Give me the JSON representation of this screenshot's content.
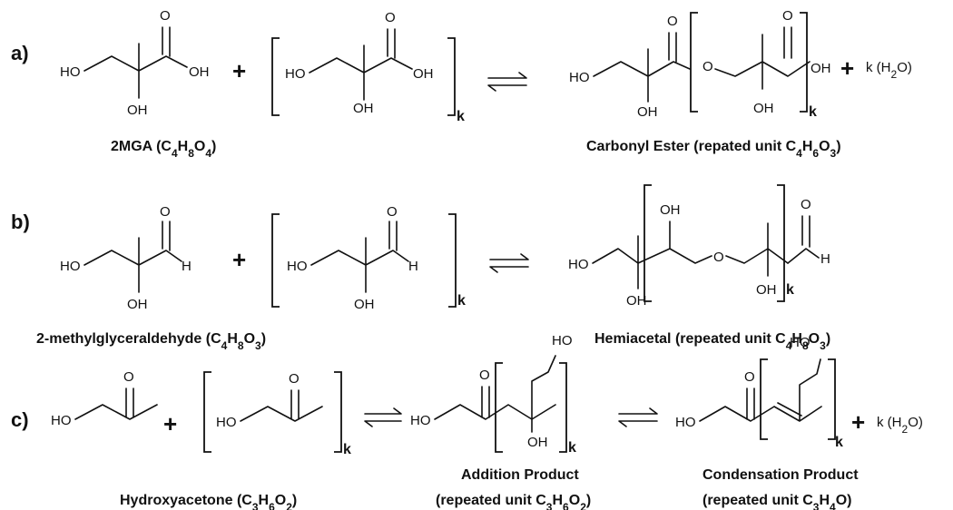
{
  "rows": {
    "a": {
      "label": "a)",
      "left_name": "2MGA (C",
      "left_formula": [
        {
          "t": "4",
          "s": 1
        },
        {
          "t": "H",
          "s": 0
        },
        {
          "t": "8",
          "s": 1
        },
        {
          "t": "O",
          "s": 0
        },
        {
          "t": "4",
          "s": 1
        },
        {
          "t": ")",
          "s": 0
        }
      ],
      "right_name": "Carbonyl Ester (repated unit C",
      "right_formula": [
        {
          "t": "4",
          "s": 1
        },
        {
          "t": "H",
          "s": 0
        },
        {
          "t": "6",
          "s": 1
        },
        {
          "t": "O",
          "s": 0
        },
        {
          "t": "3",
          "s": 1
        },
        {
          "t": ")",
          "s": 0
        }
      ],
      "water": "k (H",
      "water_tail": [
        {
          "t": "2",
          "s": 1
        },
        {
          "t": "O)",
          "s": 0
        }
      ]
    },
    "b": {
      "label": "b)",
      "left_name": "2-methylglyceraldehyde (C",
      "left_formula": [
        {
          "t": "4",
          "s": 1
        },
        {
          "t": "H",
          "s": 0
        },
        {
          "t": "8",
          "s": 1
        },
        {
          "t": "O",
          "s": 0
        },
        {
          "t": "3",
          "s": 1
        },
        {
          "t": ")",
          "s": 0
        }
      ],
      "right_name": "Hemiacetal (repeated unit C",
      "right_formula": [
        {
          "t": "4",
          "s": 1
        },
        {
          "t": "H",
          "s": 0
        },
        {
          "t": "8",
          "s": 1
        },
        {
          "t": "O",
          "s": 0
        },
        {
          "t": "3",
          "s": 1
        },
        {
          "t": ")",
          "s": 0
        }
      ]
    },
    "c": {
      "label": "c)",
      "left_name": "Hydroxyacetone (C",
      "left_formula": [
        {
          "t": "3",
          "s": 1
        },
        {
          "t": "H",
          "s": 0
        },
        {
          "t": "6",
          "s": 1
        },
        {
          "t": "O",
          "s": 0
        },
        {
          "t": "2",
          "s": 1
        },
        {
          "t": ")",
          "s": 0
        }
      ],
      "mid_name_1": "Addition Product",
      "mid_name_2": "(repeated unit C",
      "mid_formula": [
        {
          "t": "3",
          "s": 1
        },
        {
          "t": "H",
          "s": 0
        },
        {
          "t": "6",
          "s": 1
        },
        {
          "t": "O",
          "s": 0
        },
        {
          "t": "2",
          "s": 1
        },
        {
          "t": ")",
          "s": 0
        }
      ],
      "right_name_1": "Condensation Product",
      "right_name_2": "(repeated unit C",
      "right_formula": [
        {
          "t": "3",
          "s": 1
        },
        {
          "t": "H",
          "s": 0
        },
        {
          "t": "4",
          "s": 1
        },
        {
          "t": "O)",
          "s": 0
        }
      ],
      "water": "k (H",
      "water_tail": [
        {
          "t": "2",
          "s": 1
        },
        {
          "t": "O)",
          "s": 0
        }
      ]
    }
  },
  "atoms": {
    "ho": "HO",
    "oh": "OH",
    "o": "O",
    "h": "H",
    "plus": "+",
    "k": "k"
  }
}
